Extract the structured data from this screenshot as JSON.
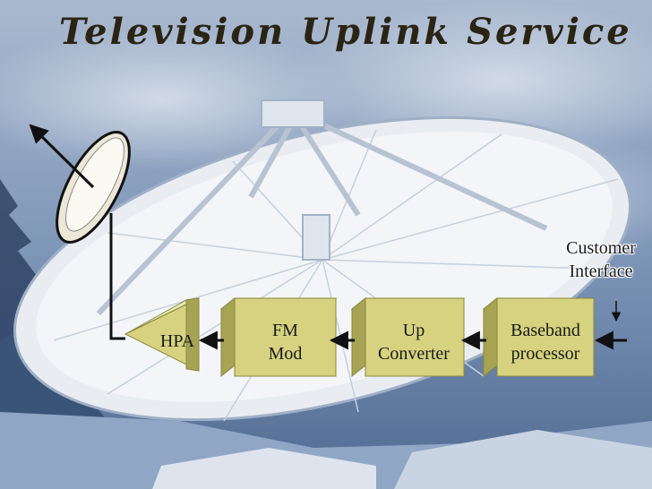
{
  "slide": {
    "title": "Television Uplink Service",
    "customer_interface": [
      "Customer",
      "Interface"
    ]
  },
  "blocks": [
    {
      "id": "hpa",
      "lines": [
        "HPA"
      ]
    },
    {
      "id": "fm-mod",
      "lines": [
        "FM",
        "Mod"
      ]
    },
    {
      "id": "up-converter",
      "lines": [
        "Up",
        "Converter"
      ]
    },
    {
      "id": "baseband",
      "lines": [
        "Baseband",
        "processor"
      ]
    }
  ],
  "colors": {
    "block_face": "#d6d27f",
    "block_side": "#a6a352",
    "block_top": "#ecebb7",
    "arrow": "#111111",
    "sky": "#6f8ab0",
    "dish": "#eef1f4"
  }
}
